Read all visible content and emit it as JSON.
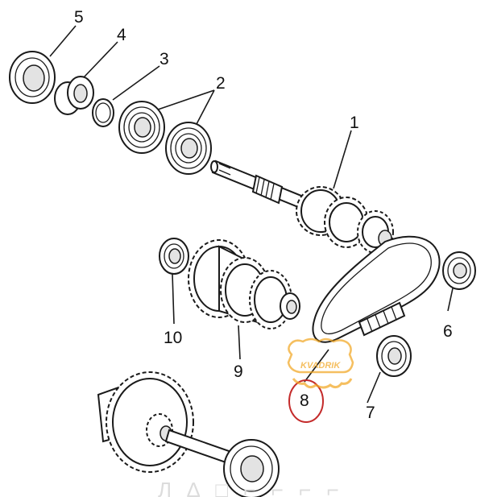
{
  "callouts": [
    "1",
    "2",
    "3",
    "4",
    "5",
    "6",
    "7",
    "8",
    "9",
    "10"
  ],
  "watermark": {
    "text": "KVADRIK",
    "color": "#f2a51d"
  },
  "highlight_color": "#c42b2b"
}
